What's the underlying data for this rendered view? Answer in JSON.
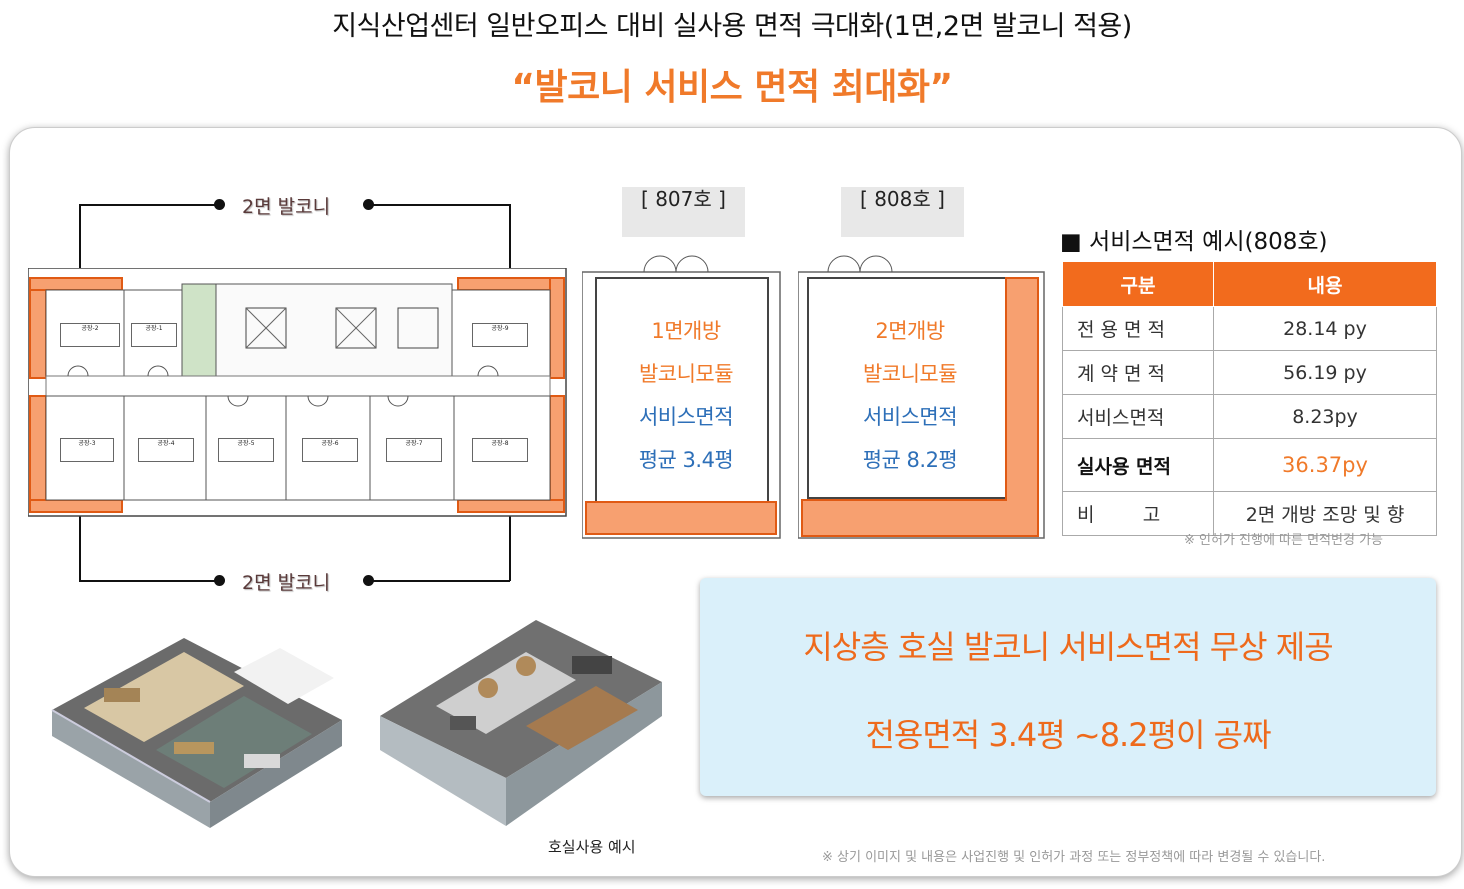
{
  "header": {
    "title": "지식산업센터 일반오피스 대비 실사용 면적 극대화(1면,2면 발코니 적용)",
    "subtitle": "“발코니 서비스 면적 최대화”"
  },
  "floorplan": {
    "top_label": "2면 발코니",
    "bottom_label": "2면 발코니",
    "rooms_top": [
      "공장-2",
      "공장-1",
      "공장-9"
    ],
    "rooms_bottom": [
      "공장-3",
      "공장-4",
      "공장-5",
      "공장-6",
      "공장-7",
      "공장-8"
    ]
  },
  "units": [
    {
      "tag": "[ 807호 ]",
      "lines": [
        "1면개방",
        "발코니모듈",
        "서비스면적",
        "평균 3.4평"
      ]
    },
    {
      "tag": "[ 808호 ]",
      "lines": [
        "2면개방",
        "발코니모듈",
        "서비스면적",
        "평균 8.2평"
      ]
    }
  ],
  "service_table": {
    "title": "■ 서비스면적 예시(808호)",
    "headers": [
      "구분",
      "내용"
    ],
    "rows": [
      {
        "k": "전 용 면 적",
        "v": "28.14 py"
      },
      {
        "k": "계 약 면 적",
        "v": "56.19 py"
      },
      {
        "k": "서비스면적",
        "v": "8.23py"
      },
      {
        "k": "실사용 면적",
        "v": "36.37py"
      },
      {
        "k": "비        고",
        "v": "2면 개방 조망 및 향"
      }
    ],
    "note": "※ 인허가 진행에 따른 면적변경 가능"
  },
  "promo": {
    "line1": "지상층 호실 발코니 서비스면적 무상 제공",
    "line2": "전용면적 3.4평 ~8.2평이 공짜"
  },
  "example_caption": "호실사용 예시",
  "footer_note": "※ 상기 이미지 및 내용은 사업진행 및 인허가 과정 또는 정부정책에 따라 변경될 수 있습니다.",
  "colors": {
    "accent": "#f07a2a",
    "table_header": "#f26b1d",
    "promo_bg": "#daf0fa",
    "blue_text": "#2d6fb8"
  }
}
